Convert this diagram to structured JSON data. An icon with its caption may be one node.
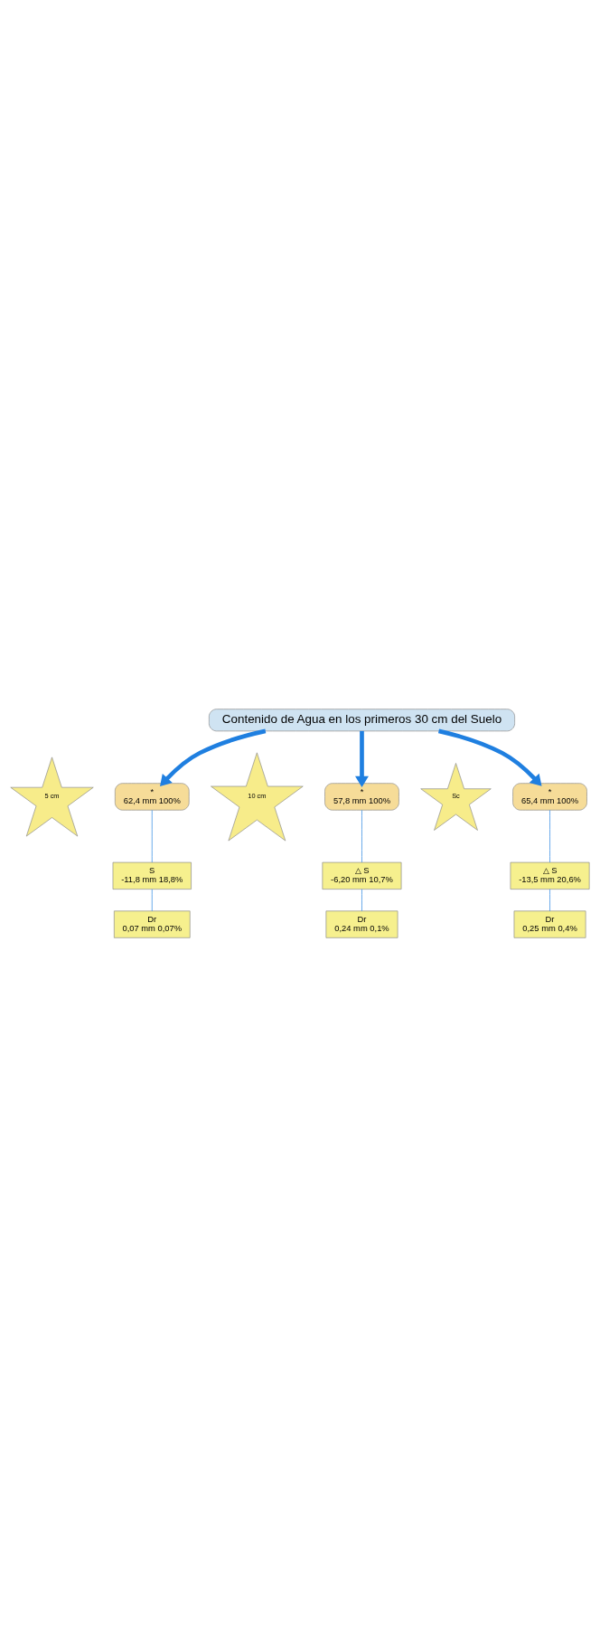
{
  "diagram": {
    "nodes": [
      {
        "text": [
          "Contenido de Agua en los primeros 30 cm del Suelo"
        ]
      },
      {
        "text": [
          "5 cm"
        ]
      },
      {
        "text": [
          "*",
          "62,4 mm 100%"
        ]
      },
      {
        "text": [
          "S",
          "-11,8 mm 18,8%"
        ]
      },
      {
        "text": [
          "Dr",
          "0,07 mm 0,07%"
        ]
      },
      {
        "text": [
          "10 cm"
        ]
      },
      {
        "text": [
          "*",
          "57,8 mm 100%"
        ]
      },
      {
        "text": [
          "△ S",
          "-6,20 mm 10,7%"
        ]
      },
      {
        "text": [
          "Dr",
          "0,24 mm 0,1%"
        ]
      },
      {
        "text": [
          "Sc"
        ]
      },
      {
        "text": [
          "*",
          "65,4 mm 100%"
        ]
      },
      {
        "text": [
          "△ S",
          "-13,5 mm 20,6%"
        ]
      },
      {
        "text": [
          "Dr",
          "0,25 mm 0,4%"
        ]
      }
    ],
    "edges": [
      {
        "from": 0,
        "to": 2,
        "arrow": "to",
        "style": "thick"
      },
      {
        "from": 2,
        "to": 3,
        "arrow": "none"
      },
      {
        "from": 3,
        "to": 4,
        "arrow": "none"
      },
      {
        "from": 0,
        "to": 6,
        "arrow": "to",
        "style": "thick"
      },
      {
        "from": 6,
        "to": 7,
        "arrow": "none"
      },
      {
        "from": 7,
        "to": 8,
        "arrow": "none"
      },
      {
        "from": 0,
        "to": 10,
        "arrow": "to",
        "style": "thick"
      },
      {
        "from": 10,
        "to": 11,
        "arrow": "none"
      },
      {
        "from": 11,
        "to": 12,
        "arrow": "none"
      }
    ]
  }
}
